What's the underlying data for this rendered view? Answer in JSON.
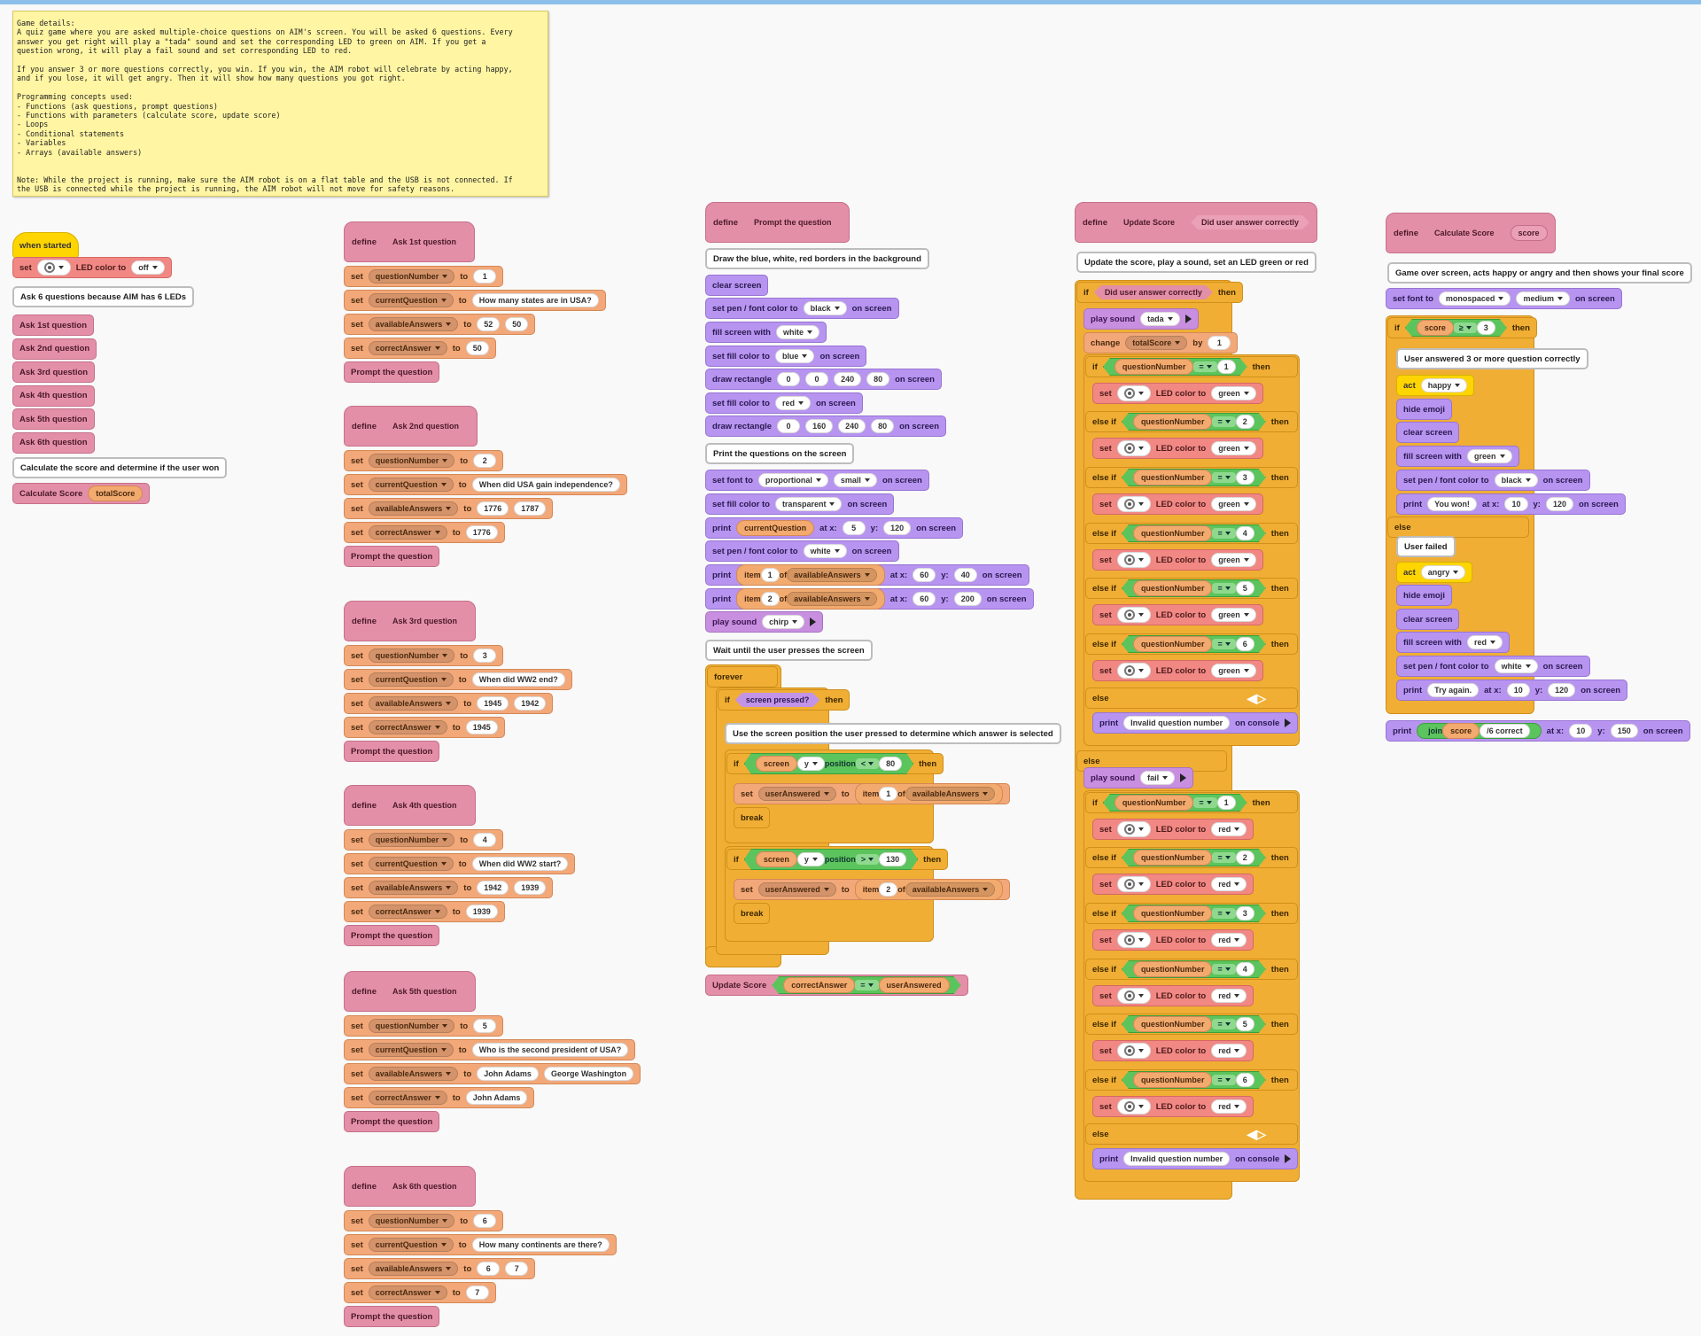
{
  "note": {
    "text": "Game details:\nA quiz game where you are asked multiple-choice questions on AIM's screen. You will be asked 6 questions. Every\nanswer you get right will play a \"tada\" sound and set the corresponding LED to green on AIM. If you get a\nquestion wrong, it will play a fail sound and set corresponding LED to red.\n\nIf you answer 3 or more questions correctly, you win. If you win, the AIM robot will celebrate by acting happy,\nand if you lose, it will get angry. Then it will show how many questions you got right.\n\nProgramming concepts used:\n- Functions (ask questions, prompt questions)\n- Functions with parameters (calculate score, update score)\n- Loops\n- Conditional statements\n- Variables\n- Arrays (available answers)\n\n\nNote: While the project is running, make sure the AIM robot is on a flat table and the USB is not connected. If\nthe USB is connected while the project is running, the AIM robot will not move for safety reasons."
  },
  "labels": {
    "set": "set",
    "to": "to",
    "define": "define",
    "led_color_to": "LED color to",
    "of": "of",
    "item": "item",
    "print": "print",
    "at_x": "at x:",
    "y": "y:",
    "on_screen": "on screen",
    "then": "then",
    "if": "if",
    "else_if": "else if",
    "else": "else",
    "by": "by",
    "change": "change",
    "play_sound": "play sound",
    "on_console": "on console",
    "forever": "forever",
    "break": "break",
    "screen": "screen",
    "position": "position",
    "act": "act",
    "hide_emoji": "hide emoji",
    "clear_screen": "clear screen",
    "fill_screen_with": "fill screen with",
    "set_pen": "set pen / font color to",
    "set_fill": "set fill color to",
    "draw_rect": "draw rectangle",
    "set_font_to": "set font to",
    "join": "join",
    "eq": "=",
    "lt": "<",
    "gt": ">",
    "ge": "≥",
    "invalid": "Invalid question number",
    "green": "green",
    "red": "red",
    "question_number": "questionNumber"
  },
  "main": {
    "hat": "when started",
    "led_off": "off",
    "comment": "Ask 6 questions because AIM has 6 LEDs",
    "calls": [
      "Ask 1st question",
      "Ask 2nd question",
      "Ask 3rd question",
      "Ask 4th question",
      "Ask 5th question",
      "Ask 6th question"
    ],
    "comment2": "Calculate the score and determine if the user won",
    "calc": "Calculate Score",
    "calc_arg": "totalScore"
  },
  "vars": {
    "questionNumber": "questionNumber",
    "currentQuestion": "currentQuestion",
    "availableAnswers": "availableAnswers",
    "correctAnswer": "correctAnswer",
    "prompt": "Prompt the question",
    "totalScore": "totalScore",
    "userAnswered": "userAnswered",
    "score": "score"
  },
  "questions": [
    {
      "name": "Ask 1st question",
      "num": "1",
      "q": "How many states are in USA?",
      "a1": "52",
      "a2": "50",
      "correct": "50"
    },
    {
      "name": "Ask 2nd question",
      "num": "2",
      "q": "When did USA gain independence?",
      "a1": "1776",
      "a2": "1787",
      "correct": "1776"
    },
    {
      "name": "Ask 3rd question",
      "num": "3",
      "q": "When did WW2 end?",
      "a1": "1945",
      "a2": "1942",
      "correct": "1945"
    },
    {
      "name": "Ask 4th question",
      "num": "4",
      "q": "When did WW2 start?",
      "a1": "1942",
      "a2": "1939",
      "correct": "1939"
    },
    {
      "name": "Ask 5th question",
      "num": "5",
      "q": "Who is the second president of USA?",
      "a1": "John Adams",
      "a2": "George Washington",
      "correct": "John Adams"
    },
    {
      "name": "Ask 6th question",
      "num": "6",
      "q": "How many continents are there?",
      "a1": "6",
      "a2": "7",
      "correct": "7"
    }
  ],
  "prompt_def": {
    "name": "Prompt the question",
    "c1": "Draw the blue, white, red borders in the background",
    "black": "black",
    "white": "white",
    "blue": "blue",
    "red": "red",
    "r1": [
      "0",
      "0",
      "240",
      "80"
    ],
    "r2": [
      "0",
      "160",
      "240",
      "80"
    ],
    "c2": "Print the questions on the screen",
    "proportional": "proportional",
    "small": "small",
    "transparent": "transparent",
    "p1": [
      "5",
      "120"
    ],
    "i1": "1",
    "p2": [
      "60",
      "40"
    ],
    "i2": "2",
    "p3": [
      "60",
      "200"
    ],
    "chirp": "chirp",
    "c3": "Wait until the user presses the screen",
    "pressed": "screen pressed?",
    "c4": "Use the screen position the user pressed to determine which answer is selected",
    "y_axis": "y",
    "lt_val": "80",
    "gt_val": "130",
    "update_call": "Update Score"
  },
  "update_def": {
    "name": "Update Score",
    "param": "Did user answer correctly",
    "comment": "Update the score, play a sound, set an LED green or red",
    "tada": "tada",
    "fail": "fail",
    "by": "1",
    "nums": [
      "1",
      "2",
      "3",
      "4",
      "5",
      "6"
    ]
  },
  "calc_def": {
    "name": "Calculate Score",
    "param": "score",
    "comment": "Game over screen, acts happy or angry and then shows your final score",
    "monospaced": "monospaced",
    "medium": "medium",
    "threshold": "3",
    "c_win": "User answered 3 or more question correctly",
    "happy": "happy",
    "green": "green",
    "black": "black",
    "won": "You won!",
    "pos": [
      "10",
      "120"
    ],
    "c_fail": "User failed",
    "angry": "angry",
    "red": "red",
    "white": "white",
    "try": "Try again.",
    "suffix": "/6 correct",
    "final_pos": [
      "10",
      "150"
    ]
  }
}
